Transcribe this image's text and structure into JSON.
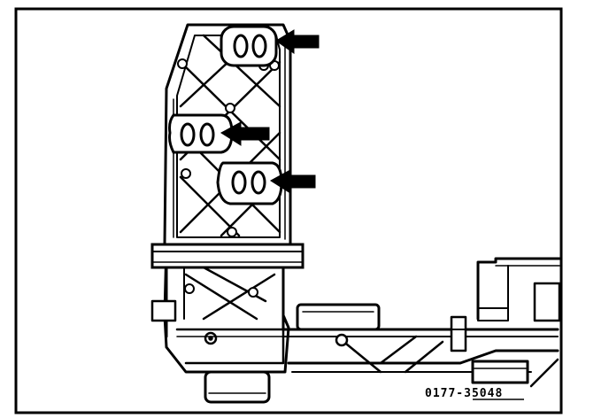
{
  "figure": {
    "label": "0177-35048",
    "ink_color": "#000000",
    "paper_color": "#ffffff",
    "arrow_count": 3,
    "callouts": [
      {
        "name": "upper-plug-pair",
        "arrow": "arrow-upper"
      },
      {
        "name": "middle-plug-pair",
        "arrow": "arrow-middle"
      },
      {
        "name": "lower-plug-pair",
        "arrow": "arrow-lower"
      }
    ]
  }
}
